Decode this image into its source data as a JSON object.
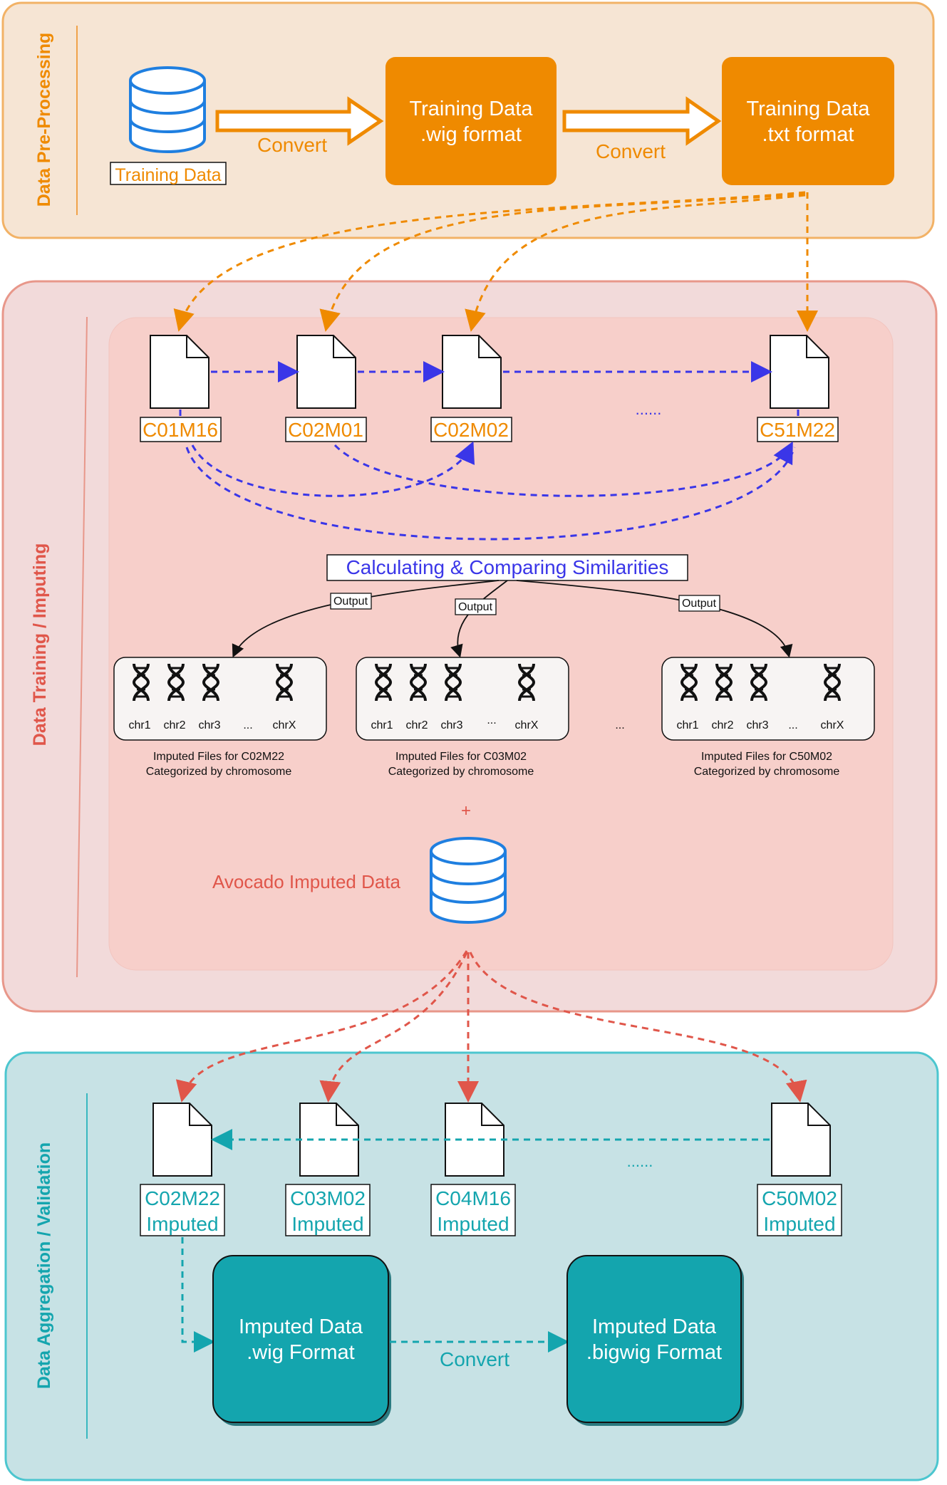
{
  "sections": {
    "preprocessing": {
      "title": "Data Pre-Processing"
    },
    "training": {
      "title": "Data Training / Imputing"
    },
    "aggregation": {
      "title": "Data Aggregation / Validation"
    }
  },
  "preprocessing": {
    "db_label": "Training Data",
    "convert1": "Convert",
    "convert2": "Convert",
    "wig_box": [
      "Training Data",
      ".wig format"
    ],
    "txt_box": [
      "Training Data",
      ".txt format"
    ]
  },
  "training": {
    "files": [
      "C01M16",
      "C02M01",
      "C02M02",
      "C51M22"
    ],
    "ellipsis": "......",
    "similarity": "Calculating & Comparing Similarities",
    "output_label": "Output",
    "groups": [
      {
        "chrs": [
          "chr1",
          "chr2",
          "chr3",
          "...",
          "chrX"
        ],
        "caption": [
          "Imputed Files for C02M22",
          "Categorized by chromosome"
        ]
      },
      {
        "chrs": [
          "chr1",
          "chr2",
          "chr3",
          "...",
          "chrX"
        ],
        "caption": [
          "Imputed Files for C03M02",
          "Categorized by chromosome"
        ]
      },
      {
        "chrs": [
          "chr1",
          "chr2",
          "chr3",
          "...",
          "chrX"
        ],
        "caption": [
          "Imputed Files for C50M02",
          "Categorized by chromosome"
        ]
      }
    ],
    "group_gap": "...",
    "plus": "+",
    "avocado": "Avocado Imputed Data"
  },
  "aggregation": {
    "files": [
      [
        "C02M22",
        "Imputed"
      ],
      [
        "C03M02",
        "Imputed"
      ],
      [
        "C04M16",
        "Imputed"
      ],
      [
        "C50M02",
        "Imputed"
      ]
    ],
    "ellipsis": "......",
    "wig_box": [
      "Imputed Data",
      ".wig Format"
    ],
    "bigwig_box": [
      "Imputed Data",
      ".bigwig Format"
    ],
    "convert": "Convert"
  },
  "colors": {
    "orange": "#ef8a00",
    "red": "#e0564a",
    "teal": "#14a5ae",
    "blue": "#3a36e8",
    "db_blue": "#1f7fe0"
  }
}
